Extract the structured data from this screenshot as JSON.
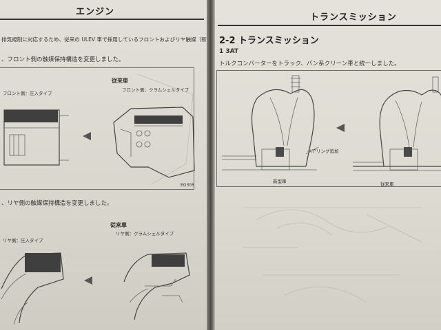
{
  "left_page": {
    "header": "エンジン",
    "intro_line1": "排気規制に対応するため、従来の ULEV 車で採用しているフロントおよびリヤ触媒（新車",
    "intro_line2": "、フロント側の触媒保持構造を変更しました。",
    "figure1": {
      "old_label": "従来車",
      "new_side_label": "フロント側：圧入タイプ",
      "old_side_label": "フロント側：クラムシェルタイプ",
      "code": "EG305"
    },
    "mid_line": "、リヤ側の触媒保持構造を変更しました。",
    "figure2": {
      "old_label": "従来車",
      "new_side_label": "リヤ側：圧入タイプ",
      "old_side_label": "リヤ側：クラムシェルタイプ"
    }
  },
  "right_page": {
    "header": "トランスミッション",
    "section_title": "2-2  トランスミッション",
    "subsection_title": "1  3AT",
    "body_line": "トルクコンバーターをトラック、バン系クリーン車と統一しました。",
    "figure": {
      "bearing_label": "ベアリング追加",
      "new_label": "新型車",
      "old_label": "従来車"
    }
  },
  "colors": {
    "paper": "#dedcd3",
    "ink": "#2b2b2b",
    "background": "#3a3a36"
  },
  "icons": [
    "arrow-left-icon"
  ]
}
